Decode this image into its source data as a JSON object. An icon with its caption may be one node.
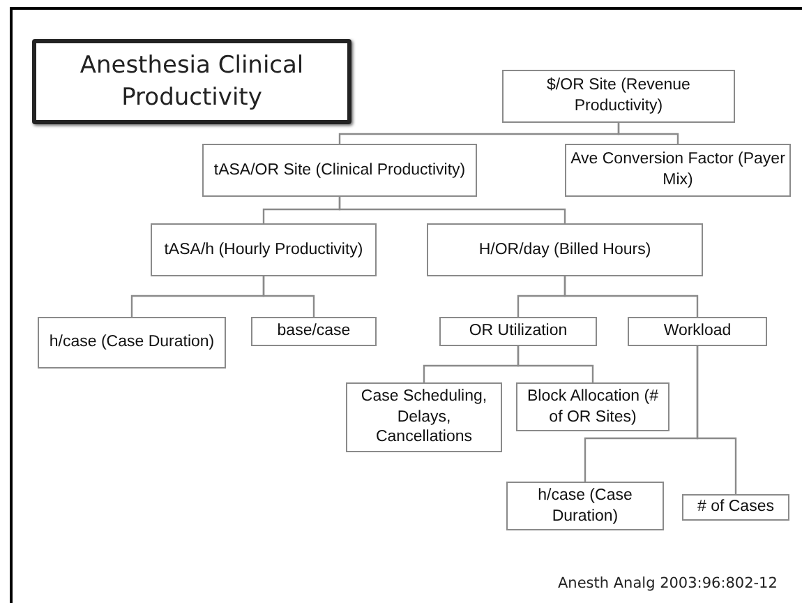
{
  "diagram": {
    "title": "Anesthesia Clinical Productivity",
    "nodes": [
      {
        "text": [
          "$/OR Site (Revenue Productivity)"
        ]
      },
      {
        "text": [
          "tASA/OR Site (Clinical Productivity)"
        ]
      },
      {
        "text": [
          "Ave Conversion Factor (Payer Mix)"
        ]
      },
      {
        "text": [
          "tASA/h (Hourly Productivity)"
        ]
      },
      {
        "text": [
          "H/OR/day (Billed Hours)"
        ]
      },
      {
        "text": [
          "h/case (Case Duration)"
        ]
      },
      {
        "text": [
          "base/case"
        ]
      },
      {
        "text": [
          "OR Utilization"
        ]
      },
      {
        "text": [
          "Workload"
        ]
      },
      {
        "text": [
          "Case Scheduling, Delays, Cancellations"
        ]
      },
      {
        "text": [
          "Block Allocation (# of OR Sites)"
        ]
      },
      {
        "text": [
          "h/case (Case Duration)"
        ]
      },
      {
        "text": [
          "# of Cases"
        ]
      }
    ],
    "edges": [
      {
        "from": 0,
        "to": 1,
        "arrow": "none"
      },
      {
        "from": 0,
        "to": 2,
        "arrow": "none"
      },
      {
        "from": 1,
        "to": 3,
        "arrow": "none"
      },
      {
        "from": 1,
        "to": 4,
        "arrow": "none"
      },
      {
        "from": 3,
        "to": 5,
        "arrow": "none"
      },
      {
        "from": 3,
        "to": 6,
        "arrow": "none"
      },
      {
        "from": 4,
        "to": 7,
        "arrow": "none"
      },
      {
        "from": 4,
        "to": 8,
        "arrow": "none"
      },
      {
        "from": 7,
        "to": 9,
        "arrow": "none"
      },
      {
        "from": 7,
        "to": 10,
        "arrow": "none"
      },
      {
        "from": 8,
        "to": 11,
        "arrow": "none"
      },
      {
        "from": 8,
        "to": 12,
        "arrow": "none"
      }
    ],
    "labels": [
      "Anesth Analg 2003:96:802-12"
    ]
  }
}
